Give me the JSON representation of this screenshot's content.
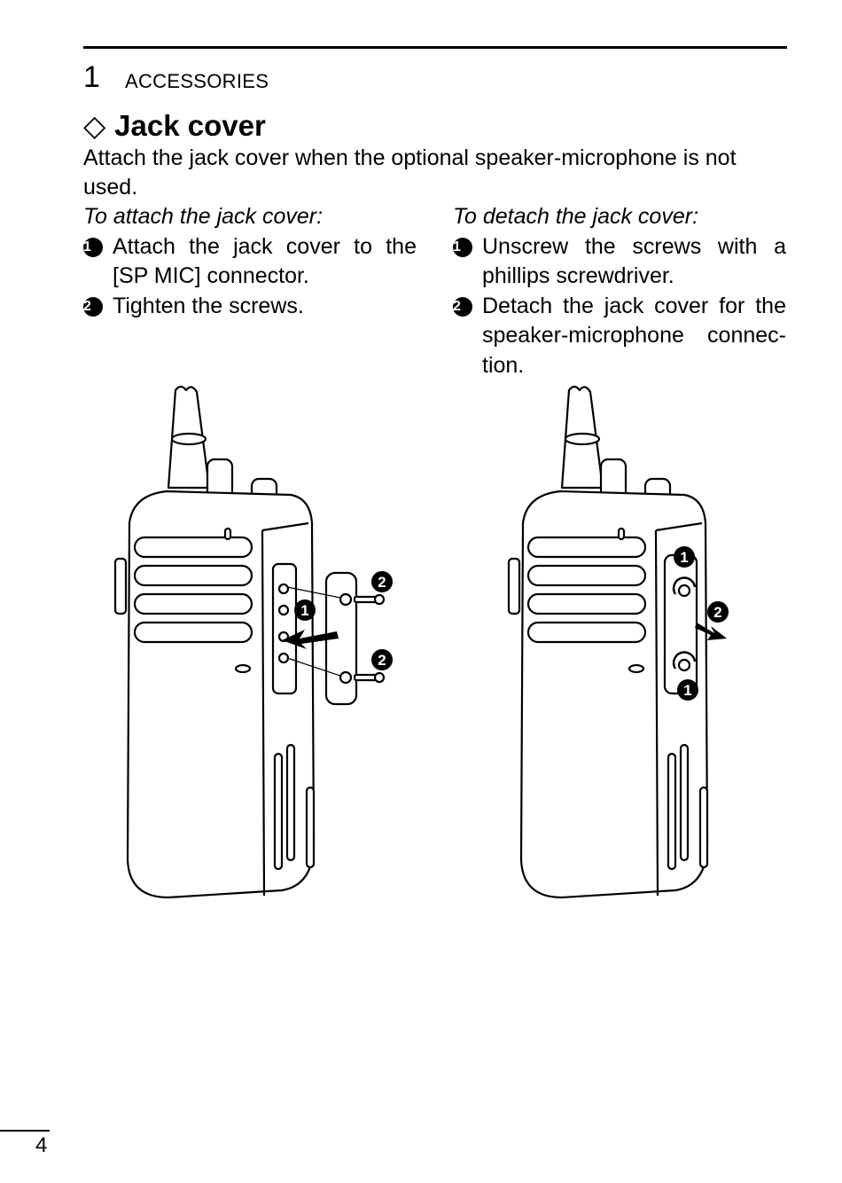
{
  "header": {
    "chapter_number": "1",
    "chapter_title": "ACCESSORIES"
  },
  "section": {
    "symbol": "◇",
    "title": "Jack cover"
  },
  "intro": "Attach the jack cover when the optional speaker-microphone is not used.",
  "attach": {
    "heading": "To attach the jack cover:",
    "steps": [
      {
        "num": "1",
        "text": "Attach the jack cover to the [SP MIC] connector."
      },
      {
        "num": "2",
        "text": "Tighten the screws."
      }
    ]
  },
  "detach": {
    "heading": "To detach the jack cover:",
    "steps": [
      {
        "num": "1",
        "text": "Unscrew the screws with a phillips screwdriver."
      },
      {
        "num": "2",
        "text": "Detach the jack cover for the speaker-microphone connec- tion."
      }
    ]
  },
  "figure_callouts": {
    "attach": [
      "2",
      "1",
      "2"
    ],
    "detach": [
      "1",
      "2",
      "1"
    ]
  },
  "footer": {
    "page_number": "4"
  }
}
